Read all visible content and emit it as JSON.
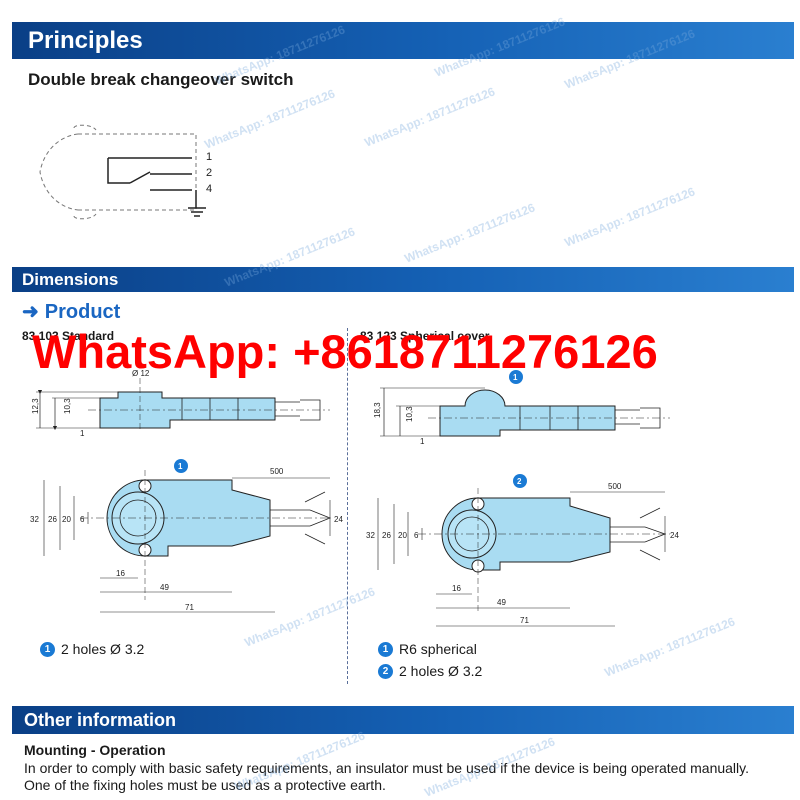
{
  "sections": {
    "principles": "Principles",
    "dimensions": "Dimensions",
    "other": "Other information"
  },
  "principles": {
    "subtitle": "Double break changeover switch",
    "terminals": [
      "1",
      "2",
      "4"
    ]
  },
  "product": {
    "heading": "Product",
    "variant_left": "83 103 Standard",
    "variant_right": "83 123 Spherical cover",
    "left_dims": {
      "height_total": "12,3",
      "height_body": "10,3",
      "offset": "1",
      "diameter": "Ø 12",
      "width_32": "32",
      "width_26": "26",
      "width_20": "20",
      "width_6": "6",
      "cable_24": "24",
      "cable_length": "500",
      "len_16": "16",
      "len_49": "49",
      "len_71": "71"
    },
    "right_dims": {
      "height_total": "18,3",
      "height_body": "10,3",
      "offset": "1",
      "width_32": "32",
      "width_26": "26",
      "width_20": "20",
      "width_6": "6",
      "cable_24": "24",
      "cable_length": "500",
      "len_16": "16",
      "len_49": "49",
      "len_71": "71"
    },
    "notes_left": [
      {
        "num": "1",
        "text": "2 holes Ø 3.2"
      }
    ],
    "notes_right": [
      {
        "num": "1",
        "text": "R6 spherical"
      },
      {
        "num": "2",
        "text": "2 holes Ø 3.2"
      }
    ]
  },
  "other": {
    "mount_title": "Mounting - Operation",
    "line1": "In order to comply with basic safety requirements, an insulator must be used if the device is being operated manually.",
    "line2": "One of the fixing holes must be used as a protective earth."
  },
  "watermark": {
    "big": "WhatsApp: +8618711276126",
    "small": "WhatsApp: 18711276126"
  },
  "colors": {
    "banner": "#0a3f86",
    "accent": "#1a66c2",
    "part_fill": "#a9dcf2",
    "watermark_red": "#ff0000"
  }
}
